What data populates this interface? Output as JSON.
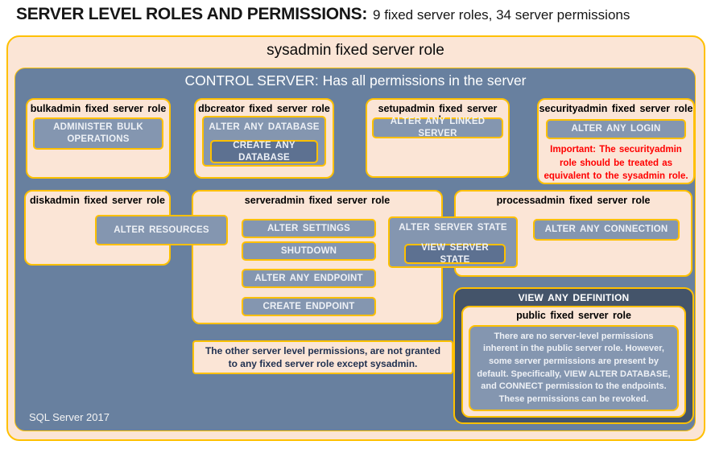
{
  "page_title": {
    "main": "SERVER LEVEL ROLES AND PERMISSIONS:",
    "sub": "9 fixed server roles, 34 server permissions"
  },
  "sysadmin_role": {
    "label": "sysadmin fixed server role"
  },
  "control_server": {
    "label": "CONTROL SERVER: Has all permissions in the server",
    "footer": "SQL Server 2017"
  },
  "roles": {
    "bulkadmin": {
      "title": "bulkadmin fixed server role",
      "permission": "ADMINISTER BULK OPERATIONS"
    },
    "dbcreator": {
      "title": "dbcreator fixed server role",
      "permission": "ALTER ANY DATABASE",
      "nested_permission": "CREATE ANY DATABASE"
    },
    "setupadmin": {
      "title": "setupadmin fixed server role",
      "permission": "ALTER ANY LINKED SERVER"
    },
    "securityadmin": {
      "title": "securityadmin fixed server role",
      "permission": "ALTER ANY LOGIN",
      "warning": "Important: The securityadmin role should be treated as equivalent to the sysadmin role."
    },
    "diskadmin": {
      "title": "diskadmin fixed server role",
      "permission": "ALTER RESOURCES"
    },
    "serveradmin": {
      "title": "serveradmin fixed server role",
      "permissions": [
        "ALTER SETTINGS",
        "SHUTDOWN",
        "ALTER ANY ENDPOINT",
        "CREATE ENDPOINT"
      ],
      "state_permission": "ALTER SERVER STATE",
      "nested_state_permission": "VIEW SERVER STATE"
    },
    "processadmin": {
      "title": "processadmin fixed server role",
      "permission": "ALTER ANY CONNECTION"
    },
    "public": {
      "banner": "VIEW ANY DEFINITION",
      "title": "public fixed server role",
      "body": "There are no server-level permissions inherent in the public server role. However, some server permissions are present by default. Specifically, VIEW ALTER DATABASE, and CONNECT permission to the endpoints. These permissions can be revoked."
    }
  },
  "note": "The other server level permissions, are not granted to any fixed server role except sysadmin.",
  "colors": {
    "peach": "#FBE5D6",
    "gold_border": "#FFC000",
    "control_blue": "#68809F",
    "permission_blue": "#8496B0",
    "nested_permission_blue": "#5D7191",
    "dark_slate": "#44546A",
    "warning_red": "#FF0000",
    "note_text": "#1F3050"
  }
}
